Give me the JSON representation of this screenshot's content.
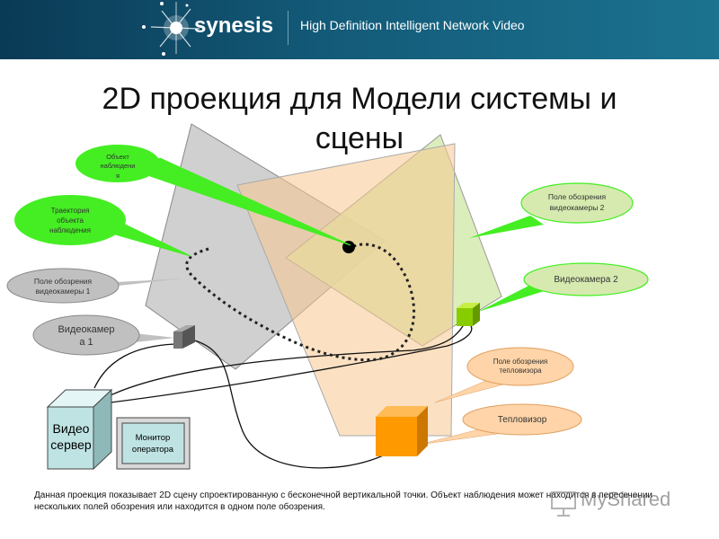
{
  "header": {
    "brand": "synesis",
    "tagline": "High Definition Intelligent Network Video"
  },
  "title": "2D проекция для Модели системы и сцены",
  "callouts": {
    "object": [
      "Объект",
      "наблюдени",
      "я"
    ],
    "trajectory": [
      "Траектория",
      "объекта",
      "наблюдения"
    ],
    "field1": [
      "Поле обозрения",
      "видеокамеры 1"
    ],
    "camera1": [
      "Видеокамер",
      "а 1"
    ],
    "field2": [
      "Поле обозрения",
      "видеокамеры 2"
    ],
    "camera2": [
      "Видеокамера 2"
    ],
    "thermal_field": [
      "Поле обозрения",
      "тепловизора"
    ],
    "thermal": [
      "Тепловизор"
    ]
  },
  "devices": {
    "server": [
      "Видео",
      "сервер"
    ],
    "monitor": [
      "Монитор",
      "оператора"
    ]
  },
  "caption": "Данная проекция показывает 2D сцену спроектированную с бесконечной вертикальной точки. Объект наблюдения может находится в пересечении нескольких полей обозрения или находится в одном поле обозрения.",
  "watermark": "MyShared",
  "colors": {
    "header_bg": "#135a78",
    "callout_green": "#44ee22",
    "callout_gray": "#c0c0c0",
    "callout_orange": "#ffd4a8",
    "field_camera1": "#c8c8c8",
    "field_camera2": "#d6eab0",
    "field_thermal": "#f8c890",
    "camera2_cube": "#88cc00",
    "thermal_cube": "#ff9900",
    "server_box": "#bfe3e3"
  }
}
